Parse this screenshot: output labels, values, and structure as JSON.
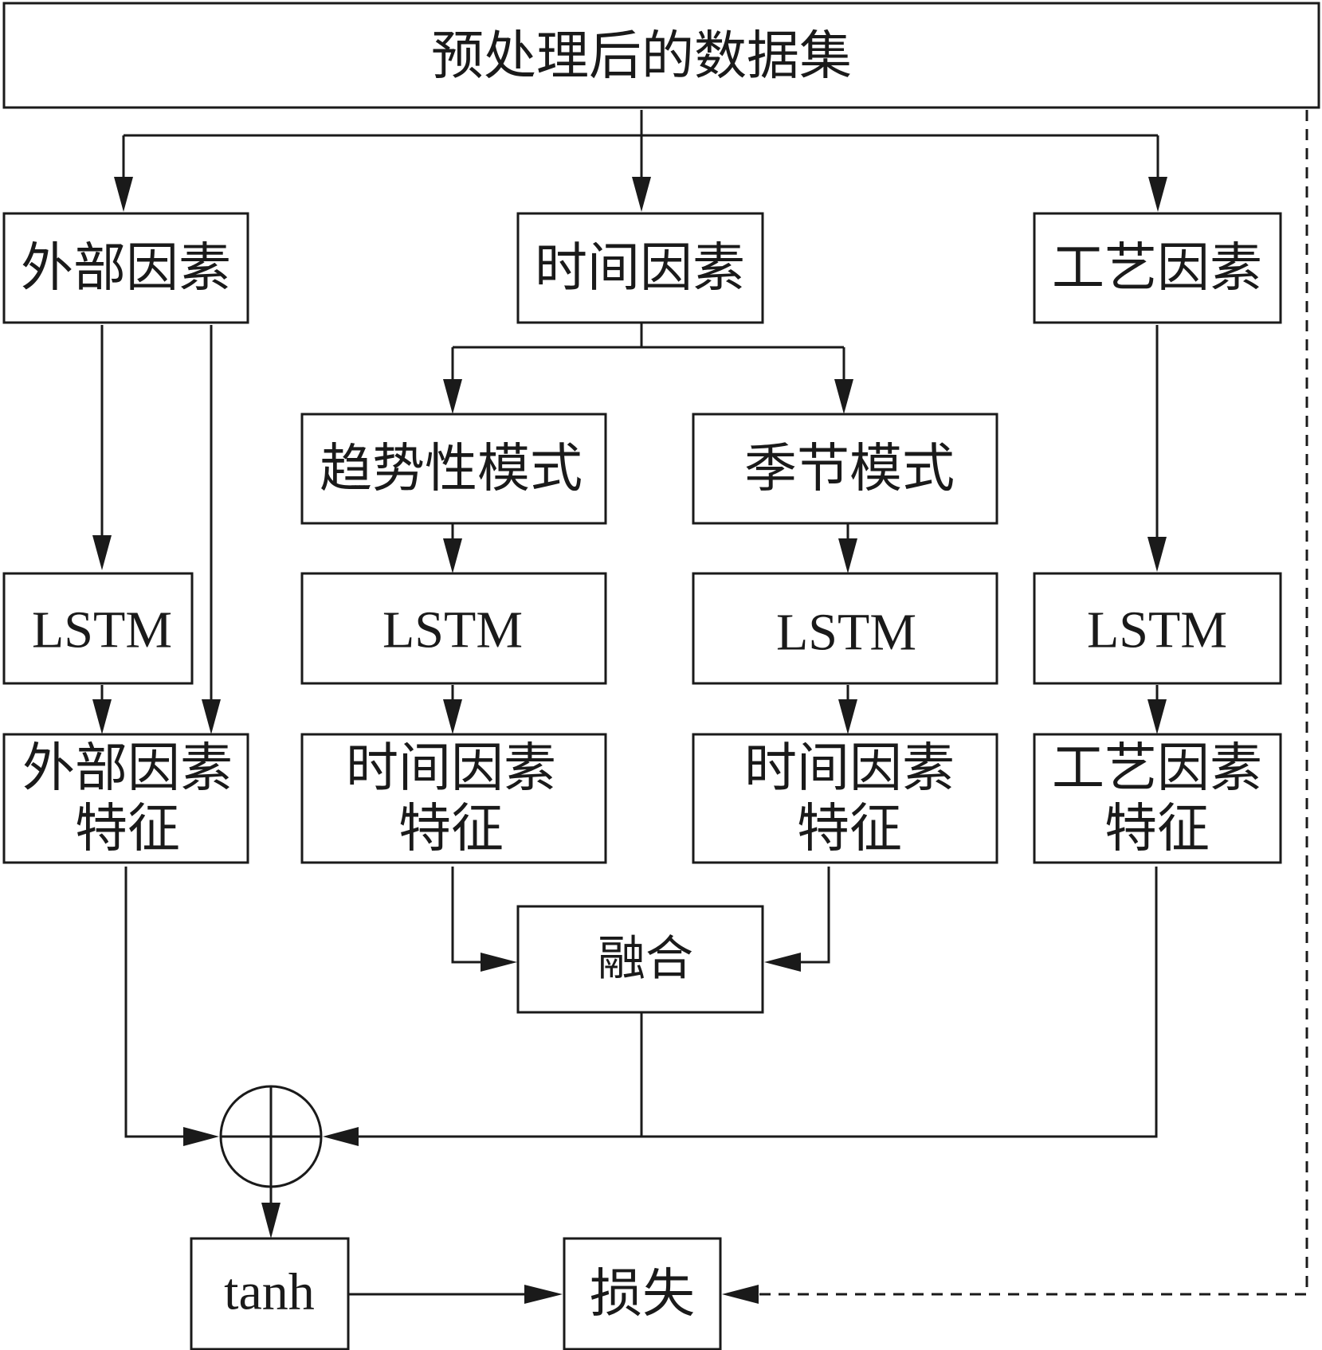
{
  "nodes": {
    "dataset": "预处理后的数据集",
    "external": "外部因素",
    "time": "时间因素",
    "process": "工艺因素",
    "trend": "趋势性模式",
    "seasonal": "季节模式",
    "lstm_external": "LSTM",
    "lstm_trend": "LSTM",
    "lstm_seasonal": "LSTM",
    "lstm_process": "LSTM",
    "feat_external": {
      "line1": "外部因素",
      "line2": "特征"
    },
    "feat_trend": {
      "line1": "时间因素",
      "line2": "特征"
    },
    "feat_seasonal": {
      "line1": "时间因素",
      "line2": "特征"
    },
    "feat_process": {
      "line1": "工艺因素",
      "line2": "特征"
    },
    "fusion": "融合",
    "tanh": "tanh",
    "loss": "损失"
  },
  "colors": {
    "stroke": "#1a1a1a",
    "fill": "#ffffff"
  },
  "icons": {
    "sum_node": "circle-plus-icon"
  }
}
